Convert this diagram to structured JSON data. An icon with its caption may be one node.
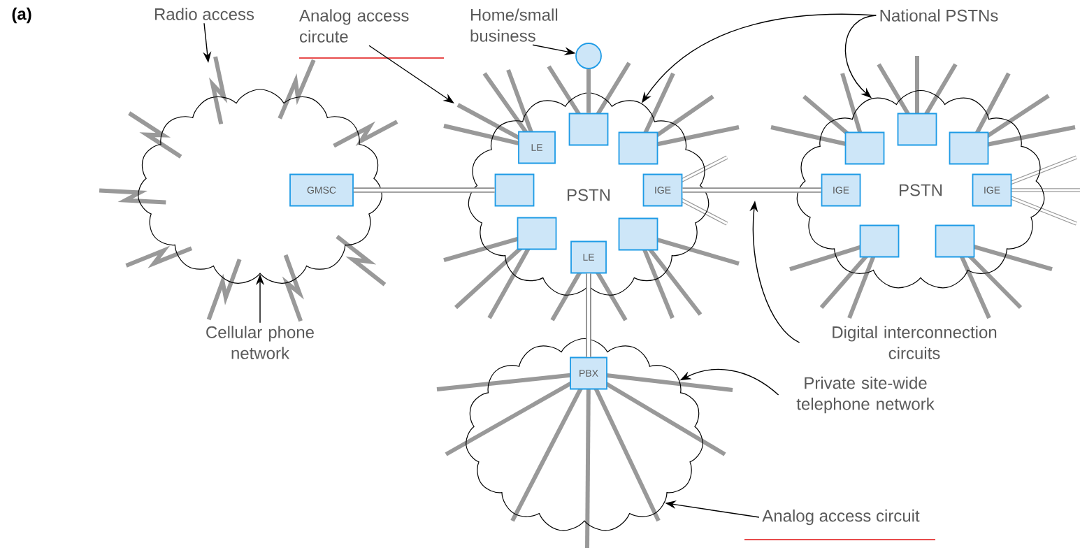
{
  "diagram": {
    "nodes": [
      {
        "text": [],
        "shape": "cloud"
      },
      {
        "text": [
          "GMSC"
        ],
        "in": 0
      },
      {
        "text": [
          "PSTN"
        ]
      },
      {
        "text": [
          "LE"
        ],
        "in": 2
      },
      {
        "text": [],
        "shape": "box",
        "in": 2
      },
      {
        "text": [],
        "shape": "box",
        "in": 2
      },
      {
        "text": [],
        "shape": "box",
        "in": 2
      },
      {
        "text": [
          "IGE"
        ],
        "in": 2
      },
      {
        "text": [],
        "shape": "box",
        "in": 2
      },
      {
        "text": [
          "LE"
        ],
        "in": 2
      },
      {
        "text": [],
        "shape": "box",
        "in": 2
      },
      {
        "text": [
          "PSTN"
        ]
      },
      {
        "text": [],
        "shape": "box",
        "in": 11
      },
      {
        "text": [],
        "shape": "box",
        "in": 11
      },
      {
        "text": [],
        "shape": "box",
        "in": 11
      },
      {
        "text": [
          "IGE"
        ],
        "in": 11
      },
      {
        "text": [
          "IGE"
        ],
        "in": 11
      },
      {
        "text": [],
        "shape": "box",
        "in": 11
      },
      {
        "text": [],
        "shape": "box",
        "in": 11
      },
      {
        "text": [],
        "shape": "cloud"
      },
      {
        "text": [
          "PBX"
        ],
        "in": 19
      },
      {
        "text": [],
        "shape": "circle"
      },
      {
        "text": [
          "Radio access"
        ]
      },
      {
        "text": [
          "Analog access circute"
        ]
      },
      {
        "text": [
          "Home/small business"
        ]
      },
      {
        "text": [
          "National PSTNs"
        ]
      },
      {
        "text": [
          "Cellular phone network"
        ]
      },
      {
        "text": [
          "Digital interconnection circuits"
        ]
      },
      {
        "text": [
          "Private site-wide telephone network"
        ]
      },
      {
        "text": [
          "Analog access circuit"
        ]
      }
    ],
    "edges": [
      {
        "from": 1,
        "to": 6,
        "arrow": "none",
        "style": "thick",
        "color": "#8c8c8c"
      },
      {
        "from": 7,
        "to": 15,
        "arrow": "none",
        "style": "thick",
        "color": "#8c8c8c"
      },
      {
        "from": 9,
        "to": 20,
        "arrow": "none",
        "style": "thick",
        "color": "#8c8c8c"
      },
      {
        "from": 21,
        "to": 4,
        "arrow": "none",
        "style": "thick",
        "color": "#999999"
      },
      {
        "from": 22,
        "to": null,
        "arrow": "to"
      },
      {
        "from": 23,
        "to": null,
        "arrow": "to"
      },
      {
        "from": 24,
        "to": 21,
        "arrow": "to"
      },
      {
        "from": 25,
        "to": 2,
        "arrow": "to"
      },
      {
        "from": 25,
        "to": 11,
        "arrow": "to"
      },
      {
        "from": 26,
        "to": 0,
        "arrow": "to"
      },
      {
        "from": 27,
        "to": null,
        "arrow": "to"
      },
      {
        "from": 28,
        "to": 19,
        "arrow": "to"
      },
      {
        "from": 29,
        "to": 19,
        "arrow": "to"
      }
    ],
    "labels": [
      "(a)"
    ]
  }
}
